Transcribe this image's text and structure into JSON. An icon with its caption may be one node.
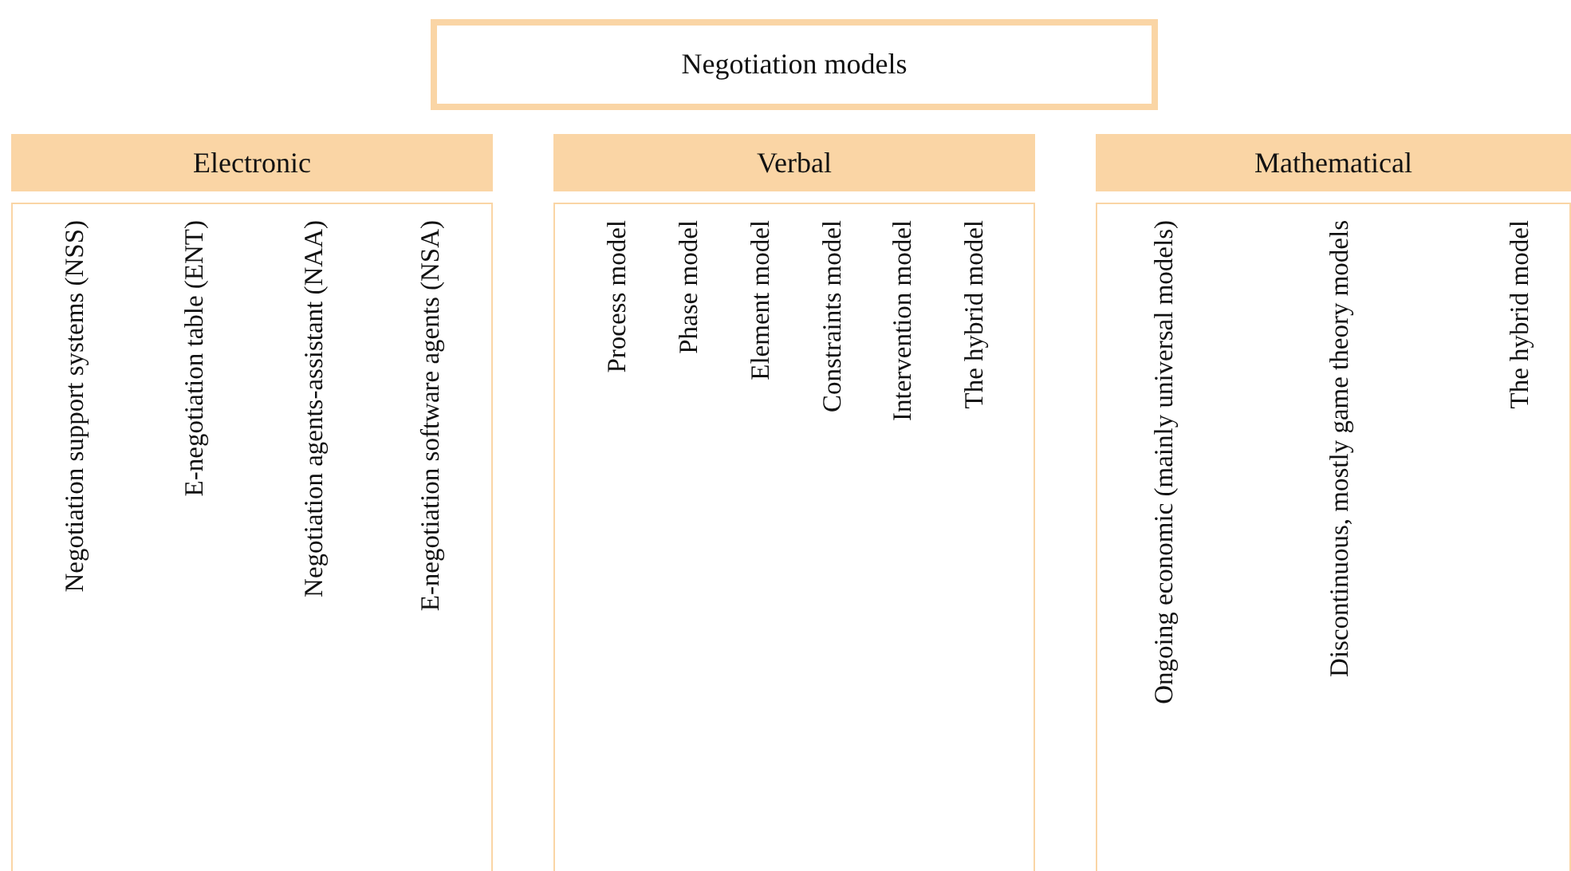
{
  "diagram": {
    "nodes": [
      {
        "text": [
          "Negotiation models"
        ]
      },
      {
        "text": [
          "Electronic"
        ]
      },
      {
        "text": [
          "Negotiation support systems (NSS)",
          "E-negotiation table (ENT)",
          "Negotiation agents-assistant (NAA)",
          "E-negotiation software agents (NSA)"
        ]
      },
      {
        "text": [
          "Verbal"
        ]
      },
      {
        "text": [
          "Process model",
          "Phase model",
          "Element model",
          "Constraints model",
          "Intervention model",
          "The hybrid model"
        ]
      },
      {
        "text": [
          "Mathematical"
        ]
      },
      {
        "text": [
          "Ongoing economic (mainly universal models)",
          "Discontinuous, mostly game theory models",
          "The hybrid model"
        ]
      }
    ]
  }
}
